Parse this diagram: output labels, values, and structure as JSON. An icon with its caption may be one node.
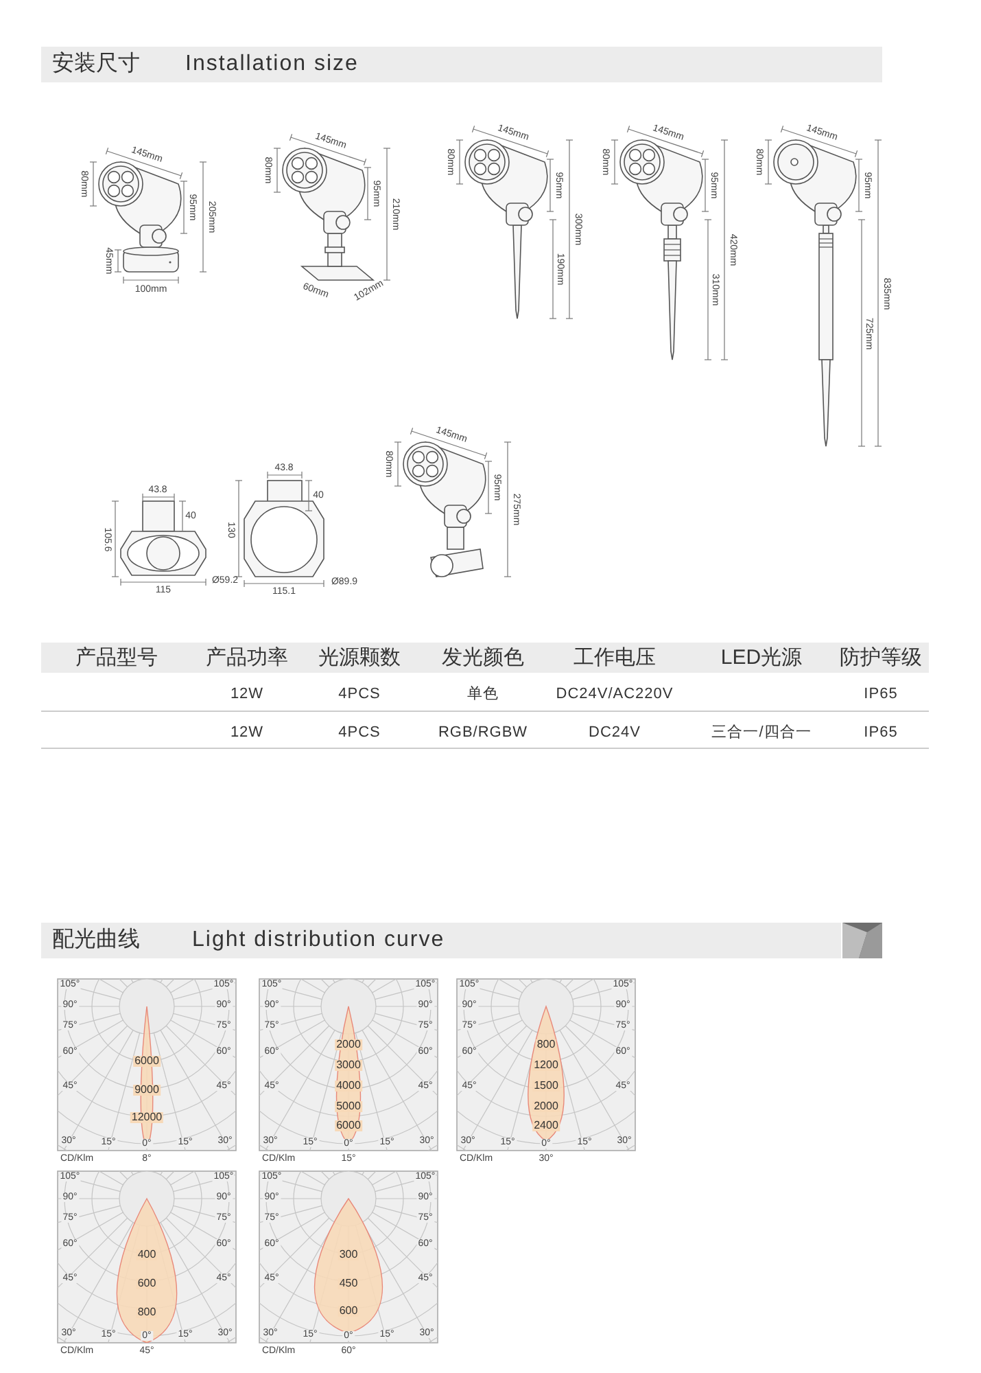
{
  "diagram": {
    "labels": [
      "安装尺寸",
      "Installation size",
      "145mm",
      "80mm",
      "95mm",
      "205mm",
      "45mm",
      "100mm",
      "145mm",
      "80mm",
      "95mm",
      "210mm",
      "60mm",
      "102mm",
      "145mm",
      "80mm",
      "95mm",
      "300mm",
      "190mm",
      "145mm",
      "80mm",
      "95mm",
      "420mm",
      "310mm",
      "145mm",
      "80mm",
      "95mm",
      "835mm",
      "725mm",
      "43.8",
      "40",
      "105.6",
      "115",
      "Ø59.2",
      "43.8",
      "40",
      "130",
      "115.1",
      "Ø89.9",
      "145mm",
      "80mm",
      "95mm",
      "275mm",
      "产品型号",
      "产品功率",
      "光源颗数",
      "发光颜色",
      "工作电压",
      "LED光源",
      "防护等级",
      "12W",
      "4PCS",
      "单色",
      "DC24V/AC220V",
      "IP65",
      "12W",
      "4PCS",
      "RGB/RGBW",
      "DC24V",
      "三合一/四合一",
      "IP65",
      "配光曲线",
      "Light distribution curve",
      "105°",
      "105°",
      "90°",
      "90°",
      "75°",
      "75°",
      "60°",
      "60°",
      "45°",
      "45°",
      "30°",
      "15°",
      "0°",
      "15°",
      "30°",
      "6000",
      "9000",
      "12000",
      "CD/Klm",
      "8°",
      "105°",
      "105°",
      "90°",
      "90°",
      "75°",
      "75°",
      "60°",
      "60°",
      "45°",
      "45°",
      "30°",
      "15°",
      "0°",
      "15°",
      "30°",
      "2000",
      "3000",
      "4000",
      "5000",
      "6000",
      "CD/Klm",
      "15°",
      "105°",
      "105°",
      "90°",
      "90°",
      "75°",
      "75°",
      "60°",
      "60°",
      "45°",
      "45°",
      "30°",
      "15°",
      "0°",
      "15°",
      "30°",
      "800",
      "1200",
      "1500",
      "2000",
      "2400",
      "CD/Klm",
      "30°",
      "105°",
      "105°",
      "90°",
      "90°",
      "75°",
      "75°",
      "60°",
      "60°",
      "45°",
      "45°",
      "30°",
      "15°",
      "0°",
      "15°",
      "30°",
      "400",
      "600",
      "800",
      "CD/Klm",
      "45°",
      "105°",
      "105°",
      "90°",
      "90°",
      "75°",
      "75°",
      "60°",
      "60°",
      "45°",
      "45°",
      "30°",
      "15°",
      "0°",
      "15°",
      "30°",
      "300",
      "450",
      "600",
      "CD/Klm",
      "60°"
    ]
  }
}
